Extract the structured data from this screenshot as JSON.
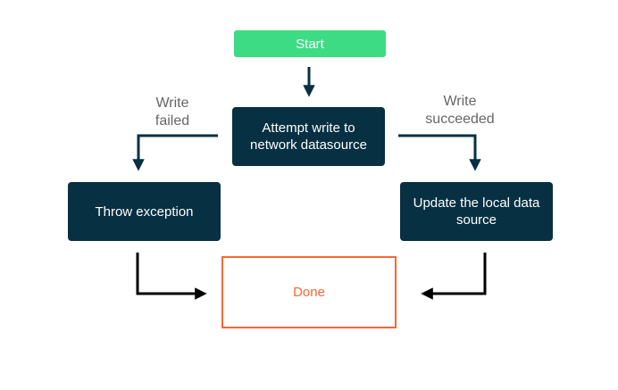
{
  "colors": {
    "start_fill": "#3ddc84",
    "dark_fill": "#073042",
    "done_accent": "#f86734",
    "arrow_dark": "#073042",
    "arrow_black": "#000000",
    "label_text": "#666666"
  },
  "nodes": {
    "start": "Start",
    "attempt": [
      "Attempt write to",
      "network datasource"
    ],
    "throw": "Throw exception",
    "update": [
      "Update the local data",
      "source"
    ],
    "done": "Done"
  },
  "edge_labels": {
    "failed": [
      "Write",
      "failed"
    ],
    "succeeded": [
      "Write",
      "succeeded"
    ]
  }
}
